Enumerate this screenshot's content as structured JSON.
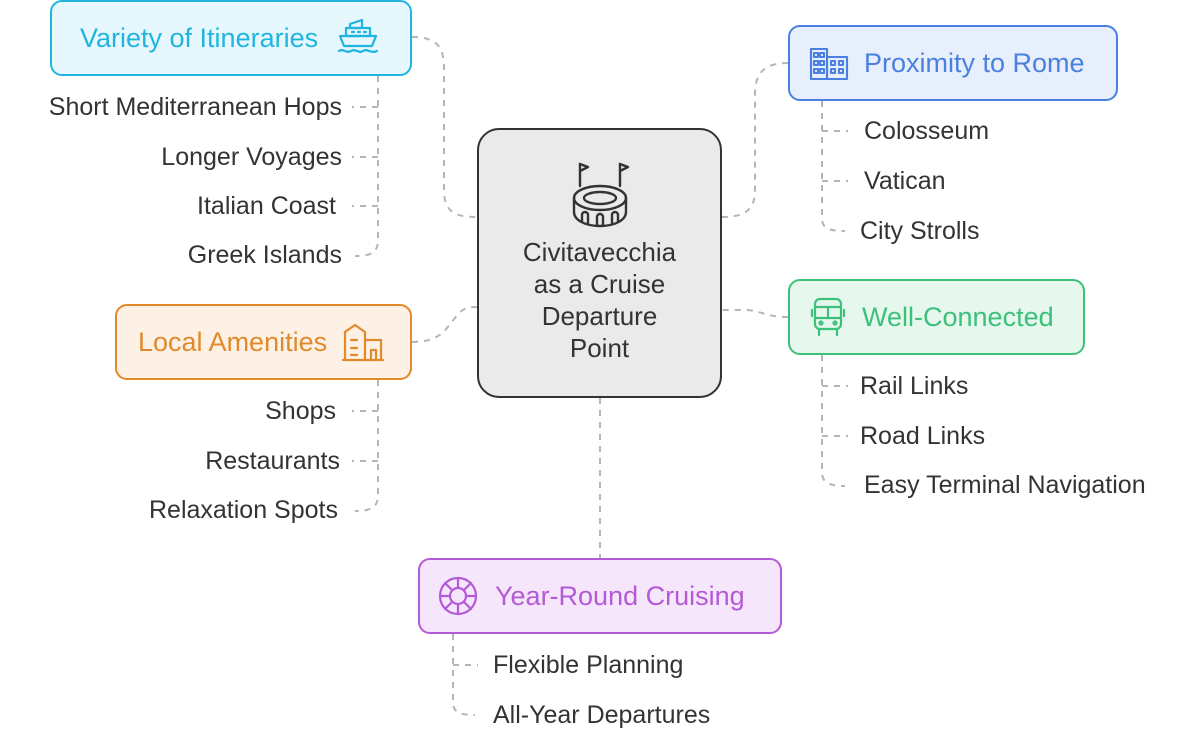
{
  "center": {
    "lines": [
      "Civitavecchia",
      "as a Cruise",
      "Departure",
      "Point"
    ],
    "icon": "colosseum-icon"
  },
  "branches": {
    "itineraries": {
      "label": "Variety of Itineraries",
      "icon": "cruise-ship-icon",
      "color": "#1fb5e0",
      "fill": "#e6f8fd",
      "items": [
        "Short Mediterranean Hops",
        "Longer Voyages",
        "Italian Coast",
        "Greek Islands"
      ]
    },
    "amenities": {
      "label": "Local Amenities",
      "icon": "buildings-icon",
      "color": "#e08a2c",
      "fill": "#fdf0e4",
      "items": [
        "Shops",
        "Restaurants",
        "Relaxation Spots"
      ]
    },
    "rome": {
      "label": "Proximity to Rome",
      "icon": "city-building-icon",
      "color": "#4a80e0",
      "fill": "#e7eefc",
      "items": [
        "Colosseum",
        "Vatican",
        "City Strolls"
      ]
    },
    "connected": {
      "label": "Well-Connected",
      "icon": "bus-icon",
      "color": "#3cc07a",
      "fill": "#e6f8ee",
      "items": [
        "Rail Links",
        "Road Links",
        "Easy Terminal Navigation"
      ]
    },
    "yearround": {
      "label": "Year-Round Cruising",
      "icon": "life-ring-icon",
      "color": "#b45ad6",
      "fill": "#f6e6fb",
      "items": [
        "Flexible Planning",
        "All-Year Departures"
      ]
    }
  }
}
